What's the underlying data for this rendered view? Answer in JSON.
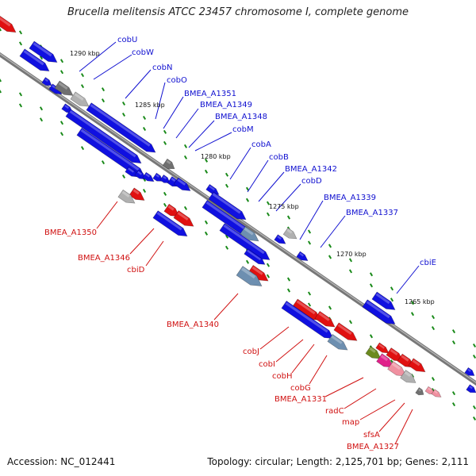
{
  "title": "Brucella melitensis ATCC 23457 chromosome I, complete genome",
  "footer": {
    "accession": "Accession: NC_012441",
    "stats": "Topology: circular; Length: 2,125,701 bp; Genes: 2,111"
  },
  "colors": {
    "forward_gene": "#1010e0",
    "reverse_gene": "#e01010",
    "pseudo_gene": "#b0b0b0",
    "dark_gene": "#707070",
    "rna_gene": "#6d8fb0",
    "pink_gene": "#f090a0",
    "magenta_gene": "#e0208a",
    "olive_gene": "#6b8a1f",
    "backbone": "#808080",
    "tick": "#1a8a1a",
    "forward_label": "#1010d0",
    "reverse_label": "#d01010"
  },
  "scale_labels": [
    "1290 kbp",
    "1285 kbp",
    "1280 kbp",
    "1275 kbp",
    "1270 kbp",
    "1265 kbp"
  ],
  "forward_labels": [
    "cobU",
    "cobW",
    "cobN",
    "cobO",
    "BMEA_A1351",
    "BMEA_A1349",
    "BMEA_A1348",
    "cobM",
    "cobA",
    "cobB",
    "BMEA_A1342",
    "cobD",
    "BMEA_A1339",
    "BMEA_A1337",
    "cbiE"
  ],
  "reverse_labels": [
    "BMEA_A1350",
    "BMEA_A1346",
    "cbiD",
    "BMEA_A1340",
    "cobJ",
    "cobI",
    "cobH",
    "cobG",
    "BMEA_A1331",
    "radC",
    "map",
    "sfsA",
    "BMEA_A1327"
  ]
}
